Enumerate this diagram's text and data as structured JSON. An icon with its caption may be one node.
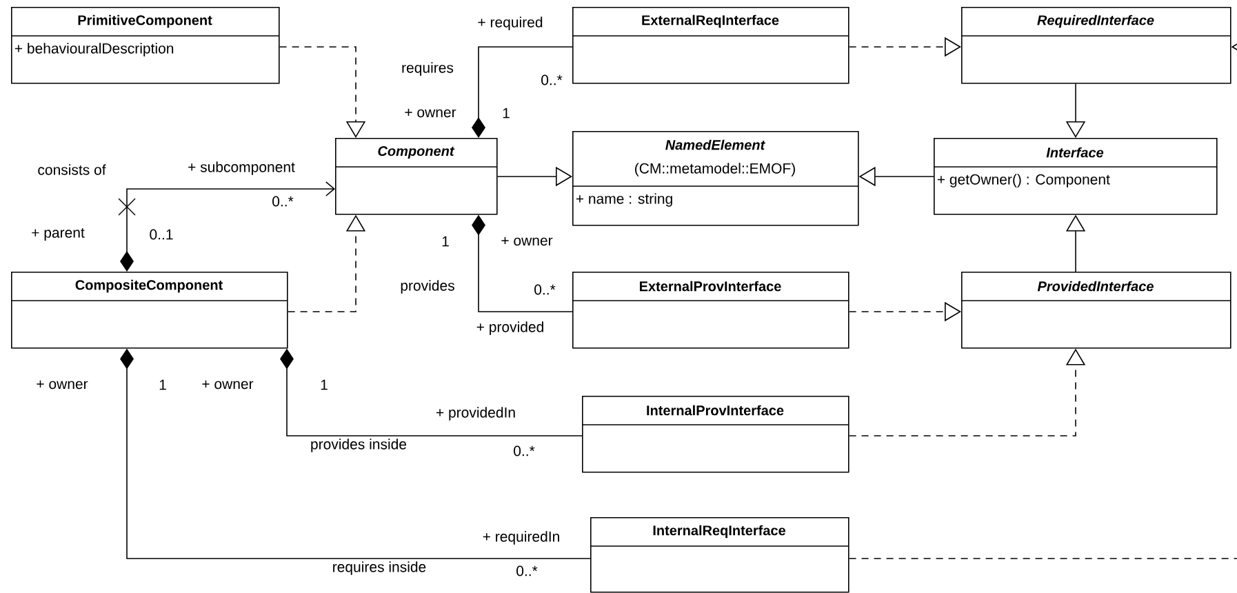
{
  "diagram": {
    "nodes": [
      {
        "text": [
          "PrimitiveComponent",
          "+ behaviouralDescription"
        ]
      },
      {
        "text": [
          "ExternalReqInterface"
        ]
      },
      {
        "text": [
          "RequiredInterface"
        ]
      },
      {
        "text": [
          "Component"
        ]
      },
      {
        "text": [
          "NamedElement",
          "(CM::metamodel::EMOF)",
          "+ name : string"
        ]
      },
      {
        "text": [
          "Interface",
          "+ getOwner() : Component"
        ]
      },
      {
        "text": [
          "CompositeComponent"
        ]
      },
      {
        "text": [
          "ExternalProvInterface"
        ]
      },
      {
        "text": [
          "ProvidedInterface"
        ]
      },
      {
        "text": [
          "InternalProvInterface"
        ]
      },
      {
        "text": [
          "InternalReqInterface"
        ]
      }
    ],
    "edges": [
      {
        "from": 0,
        "to": 3,
        "arrow": "to",
        "style": "dashed"
      },
      {
        "from": 3,
        "to": 1,
        "arrow": "other",
        "label": "requires"
      },
      {
        "from": 1,
        "to": 2,
        "arrow": "to",
        "style": "dashed"
      },
      {
        "from": null,
        "to": 2,
        "arrow": "to",
        "style": "dashed"
      },
      {
        "from": 2,
        "to": 5,
        "arrow": "to"
      },
      {
        "from": 3,
        "to": 4,
        "arrow": "to"
      },
      {
        "from": 5,
        "to": 4,
        "arrow": "to"
      },
      {
        "from": 8,
        "to": 5,
        "arrow": "to"
      },
      {
        "from": 7,
        "to": 8,
        "arrow": "to",
        "style": "dashed"
      },
      {
        "from": 9,
        "to": 8,
        "arrow": "to",
        "style": "dashed"
      },
      {
        "from": 10,
        "to": null,
        "arrow": "none",
        "style": "dashed"
      },
      {
        "from": 6,
        "to": 3,
        "arrow": "to",
        "style": "dashed"
      },
      {
        "from": 6,
        "to": 3,
        "arrow": "to",
        "label": "consists of"
      },
      {
        "from": 3,
        "to": 7,
        "arrow": "other",
        "label": "provides"
      },
      {
        "from": 6,
        "to": 9,
        "arrow": "other",
        "label": "provides inside"
      },
      {
        "from": 6,
        "to": 10,
        "arrow": "other",
        "label": "requires inside"
      }
    ],
    "labels": [
      "+ required",
      "0..*",
      "+ owner",
      "1",
      "+ subcomponent",
      "0..*",
      "+ parent",
      "0..1",
      "1",
      "+ owner",
      "0..*",
      "+ provided",
      "+ owner",
      "1",
      "+ owner",
      "1",
      "+ providedIn",
      "0..*",
      "+ requiredIn",
      "0..*"
    ]
  }
}
